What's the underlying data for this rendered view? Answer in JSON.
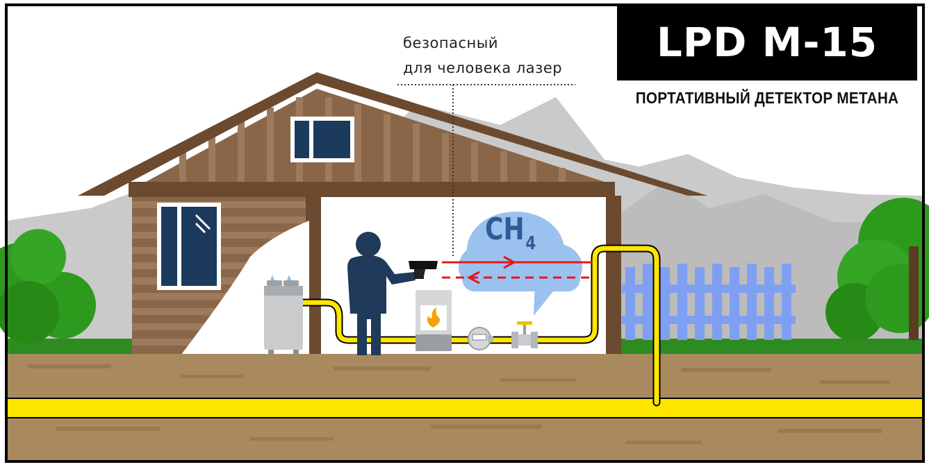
{
  "header": {
    "title": "LPD M-15",
    "subtitle": "ПОРТАТИВНЫЙ ДЕТЕКТОР МЕТАНА"
  },
  "callout": {
    "line1": "безопасный",
    "line2": "для человека лазер"
  },
  "gas": {
    "formula": "CH",
    "subscript": "4"
  },
  "colors": {
    "frame": "#000000",
    "ground": "#a98a5f",
    "grass": "#2e8b1f",
    "tree": "#2d9a1e",
    "mountain": "#c9c9c9",
    "wall_wood": "#8a6648",
    "roof": "#6b4a2f",
    "window": "#1c3b5c",
    "fence": "#7f9ff2",
    "pipe": "#ffe600",
    "person": "#1f3a5a",
    "cloud": "#9bc2ee",
    "laser": "#e8161e"
  },
  "icons": [
    "stove-icon",
    "boiler-flame-icon",
    "gas-meter-icon",
    "valve-icon",
    "detector-device-icon",
    "person-icon"
  ]
}
